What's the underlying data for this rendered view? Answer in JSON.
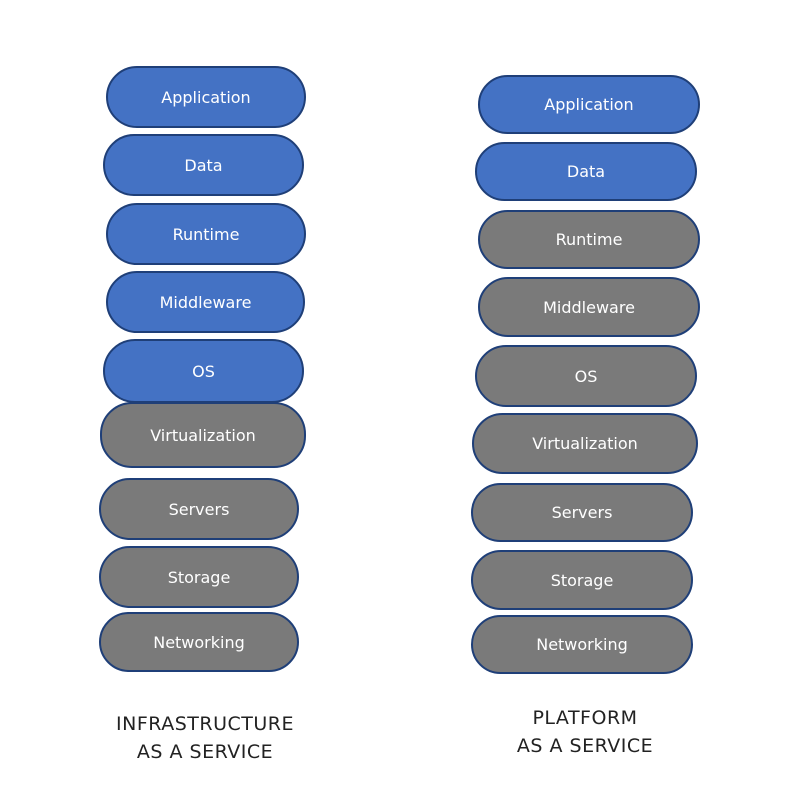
{
  "colors": {
    "managed_by_user": "#4472c4",
    "managed_by_provider": "#7a7a7a",
    "border": "#1f3f78"
  },
  "iaas": {
    "caption_line1": "INFRASTRUCTURE",
    "caption_line2": "AS A SERVICE",
    "layers": [
      {
        "label": "Application",
        "color": "blue"
      },
      {
        "label": "Data",
        "color": "blue"
      },
      {
        "label": "Runtime",
        "color": "blue"
      },
      {
        "label": "Middleware",
        "color": "blue"
      },
      {
        "label": "OS",
        "color": "blue"
      },
      {
        "label": "Virtualization",
        "color": "gray"
      },
      {
        "label": "Servers",
        "color": "gray"
      },
      {
        "label": "Storage",
        "color": "gray"
      },
      {
        "label": "Networking",
        "color": "gray"
      }
    ]
  },
  "paas": {
    "caption_line1": "PLATFORM",
    "caption_line2": "AS A SERVICE",
    "layers": [
      {
        "label": "Application",
        "color": "blue"
      },
      {
        "label": "Data",
        "color": "blue"
      },
      {
        "label": "Runtime",
        "color": "gray"
      },
      {
        "label": "Middleware",
        "color": "gray"
      },
      {
        "label": "OS",
        "color": "gray"
      },
      {
        "label": "Virtualization",
        "color": "gray"
      },
      {
        "label": "Servers",
        "color": "gray"
      },
      {
        "label": "Storage",
        "color": "gray"
      },
      {
        "label": "Networking",
        "color": "gray"
      }
    ]
  }
}
